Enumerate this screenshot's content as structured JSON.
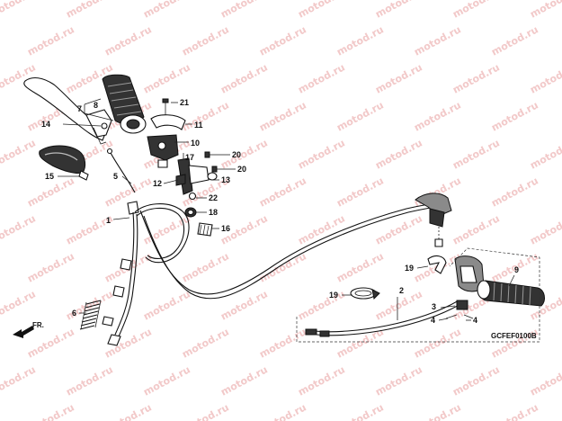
{
  "watermark": "motod.ru",
  "diagram_code": "GCFEF0100B",
  "direction_label": "FR.",
  "callouts": {
    "c1": "1",
    "c2": "2",
    "c3": "3",
    "c4a": "4",
    "c4b": "4",
    "c5": "5",
    "c6": "6",
    "c7": "7",
    "c8": "8",
    "c9": "9",
    "c10": "10",
    "c11": "11",
    "c12": "12",
    "c13": "13",
    "c14": "14",
    "c15": "15",
    "c16": "16",
    "c17": "17",
    "c18": "18",
    "c19a": "19",
    "c19b": "19",
    "c20a": "20",
    "c20b": "20",
    "c21": "21",
    "c22": "22"
  }
}
